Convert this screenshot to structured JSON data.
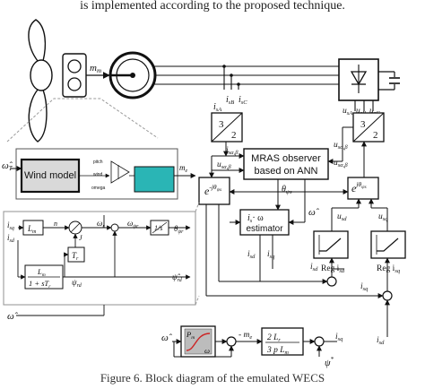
{
  "header_text": "is implemented according to the proposed technique.",
  "caption": "Figure 6.    Block diagram of the emulated WECS",
  "colors": {
    "turbine_box": "#2ab5b5",
    "wind_box": "#d9d9d9",
    "curve": "#cc2222",
    "lut": "#bcbcbc",
    "zoom_border": "#9a9a9a"
  },
  "labels": {
    "mm": "m",
    "mm_sub": "m",
    "omega_t": "ω̂",
    "omega_t_sub": "T",
    "isa": "i",
    "isa_sub": "sA",
    "isb": "i",
    "isb_sub": "sB",
    "isc": "i",
    "isc_sub": "sC",
    "usa": "u",
    "usa_sub": "sA",
    "usb": "u",
    "usb_sub": "sB",
    "usc": "u",
    "usc_sub": "sC",
    "ab_num": "3",
    "ab_den": "2",
    "ab2_num": "3",
    "ab2_den": "2",
    "is_alpha_b": "i",
    "is_alpha_b_sub": "sα,β",
    "us_ab_left": "u",
    "us_ab_left_sub": "sα,β",
    "mras_line1": "MRAS observer",
    "mras_line2": "based on ANN",
    "us_ab_right": "u",
    "us_ab_right_sub": "sα,β",
    "us_ab_right2": "u",
    "us_ab_right2_sub": "sα,β",
    "e_neg": "e",
    "e_neg_sup": "-jθ",
    "e_neg_sup_sub": "ψs",
    "e_pos": "e",
    "e_pos_sup": "jθ",
    "e_pos_sup_sub": "ψs",
    "theta": "θ",
    "theta_sub": "ψs",
    "omega_hat": "ω̂",
    "estimator_line1": "i",
    "estimator_line1b": "· ω",
    "estimator_line2": "estimator",
    "isd": "i",
    "isd_sub": "sd",
    "isq": "i",
    "isq_sub": "sq",
    "usd_star": "u",
    "usd_star_sub": "sd",
    "usq_star": "u",
    "usq_star_sub": "sq",
    "reg_isd": "Reg i",
    "reg_isd_sub": "sd",
    "reg_isq": "Reg i",
    "reg_isq_sub": "sq",
    "isd_star": "i",
    "isd_star_sub": "sd",
    "isq_star": "i",
    "isq_star_sub": "sq",
    "omega2": "ω̂",
    "pm": "P",
    "pm_sub": "m",
    "omega_lut": "ω",
    "minus_m": "- m",
    "minus_m_sub": "e",
    "gain_num": "2  L",
    "gain_num_sub": "r",
    "gain_den": "3 p L",
    "gain_den_sub": "m",
    "psi_star": "ψ",
    "psi_star_sup": "*",
    "wind_model": "Wind model",
    "pitch": "pitch",
    "wind": "wind",
    "omega_small": "omega",
    "m_e_small": "m",
    "m_e_small_sub": "e",
    "omega_T_zoom": "ω̂",
    "omega_T_zoom_sub": "T",
    "n_label": "n",
    "i_sq_z": "i",
    "i_sq_z_sub": "sq",
    "i_sd_z": "i",
    "i_sd_z_sub": "sd",
    "Lm": "L",
    "Lm_sub": "m",
    "J": "J",
    "Tr": "T",
    "Tr_sub": "r",
    "omega_z_in": "ω",
    "omega_z_in_sub": "r",
    "omega_psi": "ω",
    "omega_psi_sub": "ψr",
    "int_label": "1/s",
    "theta_z": "θ",
    "theta_z_sub": "ψr",
    "psi_rd": "ψ",
    "psi_rd_sub": "rd",
    "psi_rd_out": "ψ̂",
    "psi_rd_out_sub": "rd",
    "lm_tf_num": "L",
    "lm_tf_num_sub": "m",
    "lm_tf_den": "1 + sT",
    "lm_tf_den_sub": "r",
    "omega_bottom_z": "ω̂",
    "m_sub_big": "m"
  }
}
